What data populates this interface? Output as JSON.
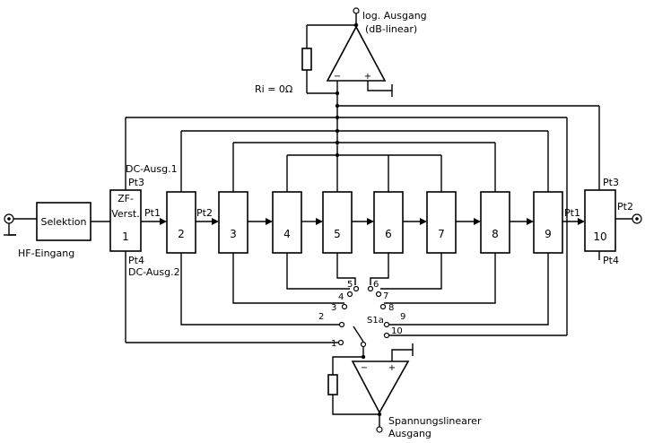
{
  "labels": {
    "log_output": "log. Ausgang",
    "db_linear": "(dB-linear)",
    "ri": "Ri = 0Ω",
    "hf_input": "HF-Eingang",
    "selection": "Selektion",
    "zf_line1": "ZF-",
    "zf_line2": "Verst.",
    "dc_out1": "DC-Ausg.1",
    "dc_out2": "DC-Ausg.2",
    "pt1": "Pt1",
    "pt2": "Pt2",
    "pt3": "Pt3",
    "pt4": "Pt4",
    "switch": "S1a",
    "voltage_linear": "Spannungslinearer",
    "output": "Ausgang",
    "minus": "−",
    "plus": "+"
  },
  "stages": [
    "1",
    "2",
    "3",
    "4",
    "5",
    "6",
    "7",
    "8",
    "9",
    "10"
  ],
  "switch_contacts": [
    "1",
    "2",
    "3",
    "4",
    "5",
    "6",
    "7",
    "8",
    "9",
    "10"
  ]
}
